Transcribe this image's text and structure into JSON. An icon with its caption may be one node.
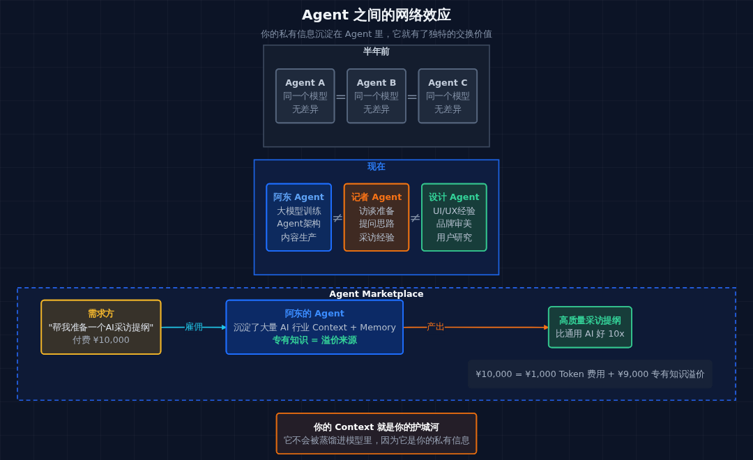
{
  "diagram": {
    "title": "Agent 之间的网络效应",
    "nodes": [
      {
        "text": [
          "半年前"
        ]
      },
      {
        "text": [
          "Agent A",
          "同一个模型",
          "无差异"
        ],
        "in": 0
      },
      {
        "text": [
          "Agent B",
          "同一个模型",
          "无差异"
        ],
        "in": 0
      },
      {
        "text": [
          "Agent C",
          "同一个模型",
          "无差异"
        ],
        "in": 0
      },
      {
        "text": [
          "现在"
        ]
      },
      {
        "text": [
          "阿东 Agent",
          "大模型训练",
          "Agent架构",
          "内容生产"
        ],
        "in": 4
      },
      {
        "text": [
          "记者 Agent",
          "访谈准备",
          "提问思路",
          "采访经验"
        ],
        "in": 4
      },
      {
        "text": [
          "设计 Agent",
          "UI/UX经验",
          "品牌审美",
          "用户研究"
        ],
        "in": 4
      },
      {
        "text": [
          "Agent Marketplace"
        ]
      },
      {
        "text": [
          "需求方",
          "\"帮我准备一个AI采访提纲\"",
          "付费 ¥10,000"
        ],
        "in": 8
      },
      {
        "text": [
          "阿东的 Agent",
          "沉淀了大量 AI 行业 Context + Memory",
          "专有知识 = 溢价来源"
        ],
        "in": 8
      },
      {
        "text": [
          "高质量采访提纲",
          "比通用 AI 好 10x"
        ],
        "in": 8
      },
      {
        "text": [
          "¥10,000 = ¥1,000 Token 费用 + ¥9,000 专有知识溢价"
        ],
        "in": 8
      },
      {
        "text": [
          "你的 Context 就是你的护城河",
          "它不会被蒸馏进模型里，因为它是你的私有信息"
        ]
      }
    ],
    "edges": [
      {
        "from": 9,
        "to": 10,
        "arrow": "to",
        "label": "雇佣",
        "color": "#22c5e6"
      },
      {
        "from": 10,
        "to": 11,
        "arrow": "to",
        "label": "产出",
        "color": "#f97316"
      }
    ],
    "labels": [
      "你的私有信息沉淀在 Agent 里，它就有了独特的交换价值",
      "=",
      "=",
      "≠",
      "≠"
    ]
  }
}
